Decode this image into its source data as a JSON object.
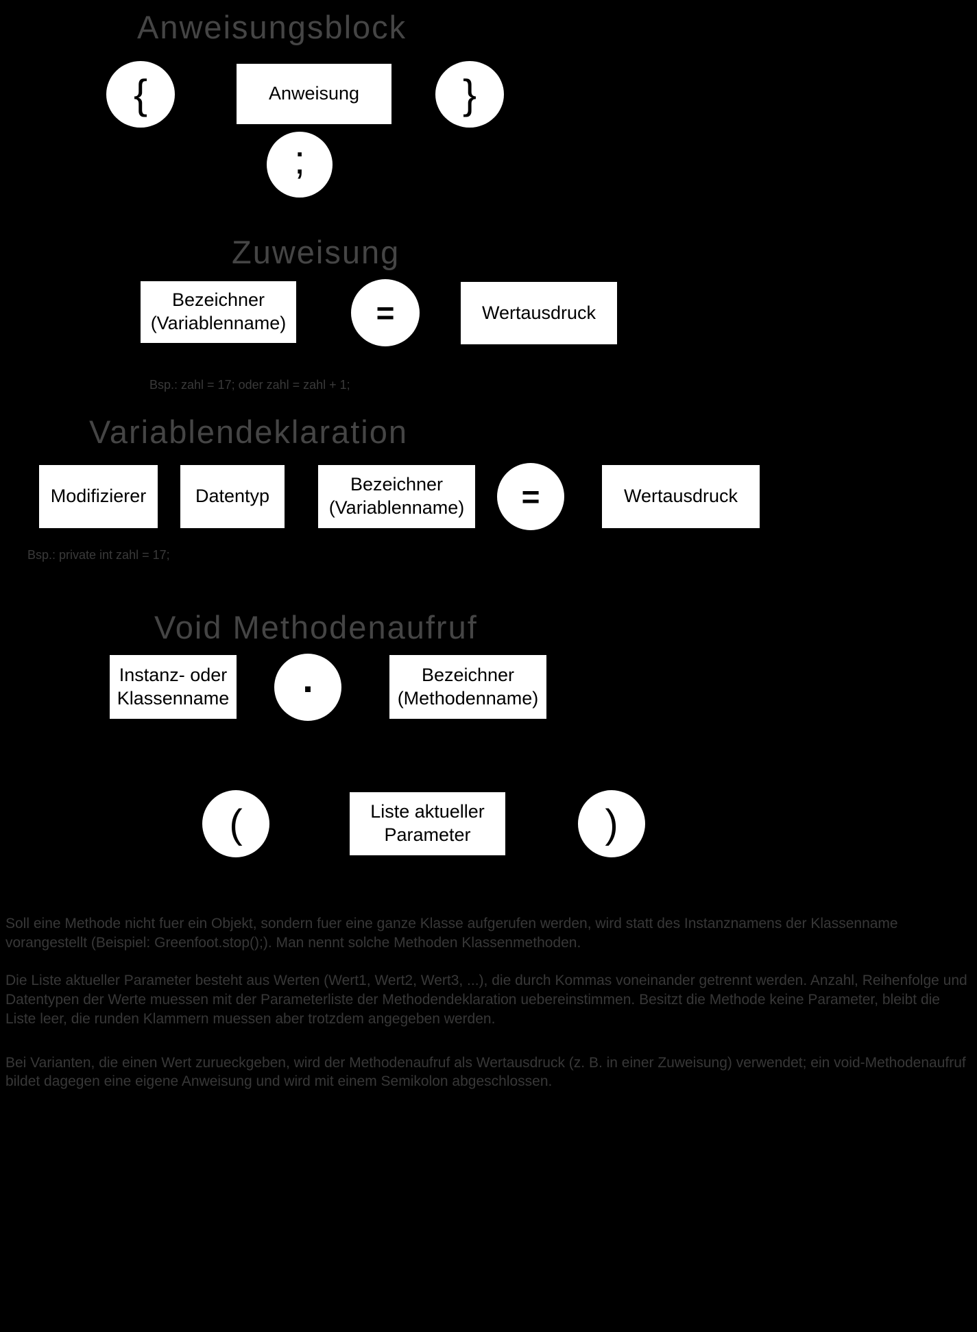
{
  "colors": {
    "background": "#000000",
    "node_fill": "#ffffff",
    "node_text": "#000000",
    "title_text": "#454545",
    "note_text": "#383838"
  },
  "section1": {
    "title": "Anweisungsblock",
    "brace_open": "{",
    "box_anweisung": "Anweisung",
    "brace_close": "}",
    "semicolon": ";"
  },
  "section2": {
    "title": "Zuweisung",
    "box_bezeichner": "Bezeichner (Variablenname)",
    "equals": "=",
    "box_wertausdruck": "Wertausdruck",
    "example": "Bsp.: zahl = 17;  oder  zahl = zahl + 1;"
  },
  "section3": {
    "title": "Variablendeklaration",
    "box_modifizierer": "Modifizierer",
    "box_datentyp": "Datentyp",
    "box_bezeichner": "Bezeichner (Variablenname)",
    "equals": "=",
    "box_wertausdruck": "Wertausdruck",
    "example": "Bsp.: private int zahl = 17;"
  },
  "section4": {
    "title": "Void Methodenaufruf",
    "box_instanzname": "Instanz- oder Klassenname",
    "dot": ".",
    "box_bezeichner": "Bezeichner (Methodenname)",
    "paren_open": "(",
    "box_parameterliste": "Liste aktueller Parameter",
    "paren_close": ")"
  },
  "footnotes": {
    "p1": "Soll eine Methode nicht fuer ein Objekt, sondern fuer eine ganze Klasse aufgerufen werden, wird statt des Instanznamens der Klassenname vorangestellt (Beispiel: Greenfoot.stop();). Man nennt solche Methoden Klassenmethoden.",
    "p2": "Die Liste aktueller Parameter besteht aus Werten (Wert1, Wert2, Wert3, ...), die durch Kommas voneinander getrennt werden. Anzahl, Reihenfolge und Datentypen der Werte muessen mit der Parameterliste der Methodendeklaration uebereinstimmen. Besitzt die Methode keine Parameter, bleibt die Liste leer, die runden Klammern muessen aber trotzdem angegeben werden.",
    "p3": "Bei Varianten, die einen Wert zurueckgeben, wird der Methodenaufruf als Wertausdruck (z. B. in einer Zuweisung) verwendet; ein void-Methodenaufruf bildet dagegen eine eigene Anweisung und wird mit einem Semikolon abgeschlossen."
  }
}
